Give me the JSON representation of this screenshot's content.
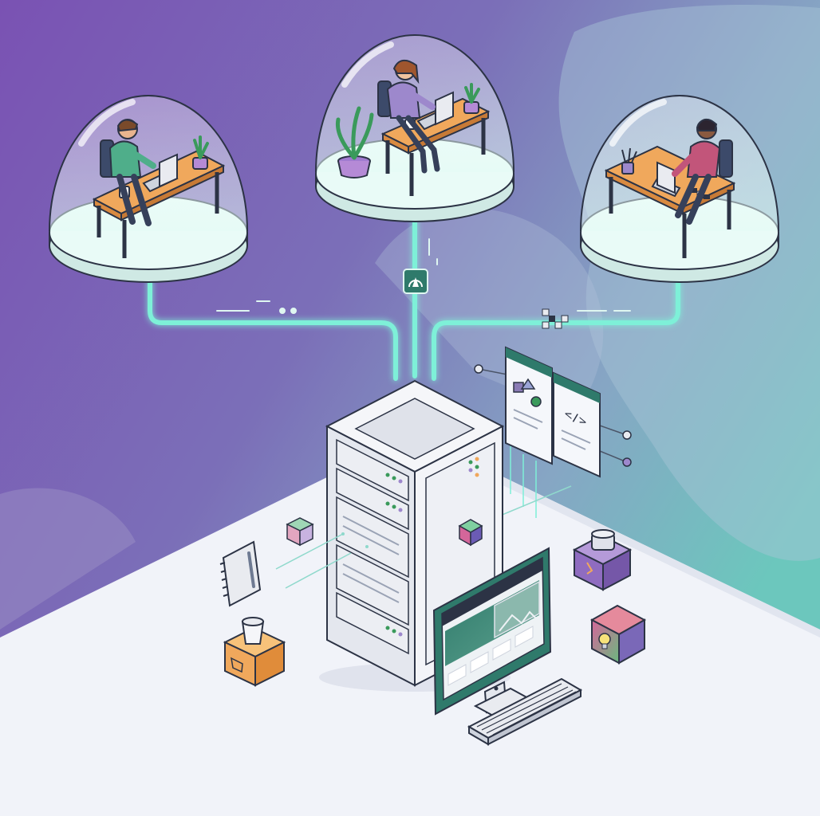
{
  "scene": {
    "kind": "isometric-illustration",
    "colors": {
      "bg_purple": "#7a52b3",
      "bg_teal": "#6cc7bd",
      "floor": "#f1f3f9",
      "glow": "#7ef0d8",
      "outline": "#2c3345",
      "desk": "#f0a85c",
      "server": "#e9ebf0",
      "screen_green": "#2f7a6b"
    },
    "workers": [
      {
        "shirt": "#4fae8a",
        "hair": "#7a4a2a",
        "skin": "#e8b48e"
      },
      {
        "shirt": "#9d88cc",
        "hair": "#a0562e",
        "skin": "#f0c39e"
      },
      {
        "shirt": "#c2557a",
        "hair": "#2c2430",
        "skin": "#8a5a40"
      }
    ],
    "panels": {
      "code_glyph": "</>",
      "design_icon": "shapes-icon"
    },
    "objects": [
      "notebook",
      "coffee-box",
      "cube",
      "mug-box",
      "lightbulb-box",
      "computer-monitor",
      "keyboard",
      "server-rack"
    ]
  }
}
